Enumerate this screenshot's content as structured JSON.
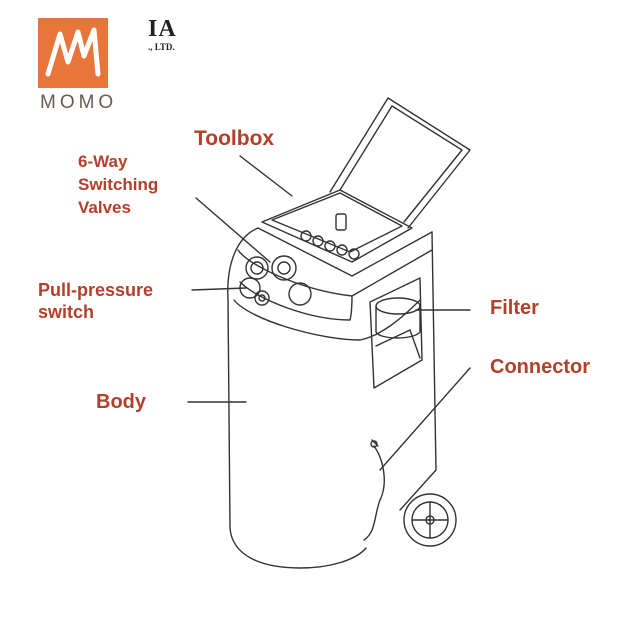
{
  "logo": {
    "text": "MOMO",
    "brand_color": "#e8763a",
    "mark_icon": "mm-logo-icon"
  },
  "company": {
    "partial_name": "IA",
    "partial_suffix": "., LTD."
  },
  "labels": {
    "toolbox": "Toolbox",
    "valves": [
      "6-Way",
      "Switching",
      "Valves"
    ],
    "pull_pressure": [
      "Pull-pressure",
      "switch"
    ],
    "filter": "Filter",
    "connector": "Connector",
    "body": "Body"
  },
  "colors": {
    "label": "#b3402a",
    "line": "#333333"
  }
}
